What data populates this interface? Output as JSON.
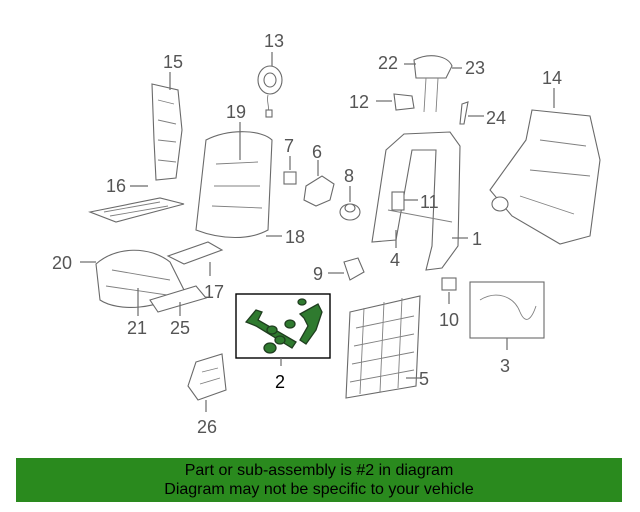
{
  "diagram": {
    "callouts": [
      "1",
      "2",
      "3",
      "4",
      "5",
      "7",
      "8",
      "9",
      "10",
      "11",
      "12",
      "13",
      "14",
      "15",
      "16",
      "17",
      "18",
      "19",
      "20",
      "21",
      "22",
      "23",
      "24",
      "25",
      "26",
      "6"
    ],
    "highlighted_part": "2"
  },
  "banner": {
    "line1": "Part or sub-assembly is #2 in diagram",
    "line2": "Diagram may not be specific to your vehicle",
    "color": "#2a8a1e"
  }
}
